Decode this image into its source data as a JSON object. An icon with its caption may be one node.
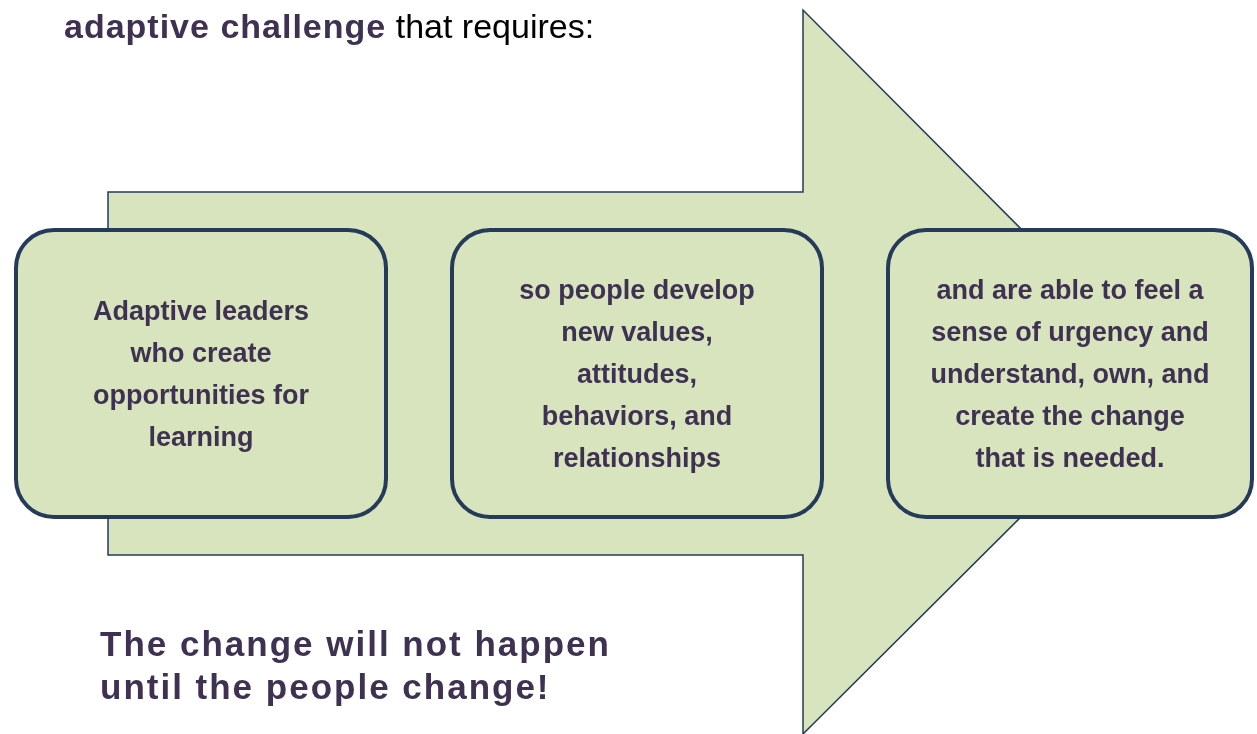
{
  "diagram": {
    "nodes": [
      {
        "text": [
          "Adaptive leaders who create opportunities for learning"
        ]
      },
      {
        "text": [
          "so people develop new values, attitudes, behaviors, and relationships"
        ]
      },
      {
        "text": [
          "and are able to feel a sense of urgency and understand, own, and create the change that is needed."
        ]
      }
    ],
    "edges": [
      {
        "from": 0,
        "to": 2,
        "arrow": "to",
        "style": "thick"
      }
    ],
    "labels": [
      "**adaptive challenge** that requires:",
      "The change will not happen until the people change!"
    ]
  }
}
